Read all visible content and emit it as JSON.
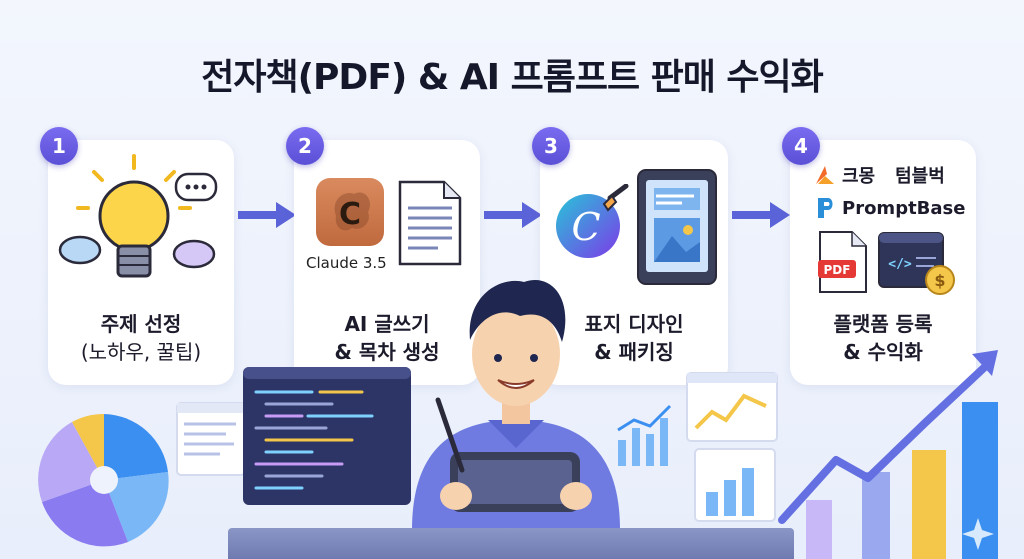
{
  "title": "전자책(PDF) & AI 프롬프트 판매 수익화",
  "steps": [
    {
      "num": "1",
      "label": "주제 선정",
      "sub": "(노하우, 꿀팁)"
    },
    {
      "num": "2",
      "label": "AI 글쓰기",
      "sub": "& 목차 생성"
    },
    {
      "num": "3",
      "label": "표지 디자인",
      "sub": "& 패키징"
    },
    {
      "num": "4",
      "label": "플랫폼 등록",
      "sub": "& 수익화"
    }
  ],
  "claude_label": "Claude 3.5",
  "platforms": {
    "kmong": "크몽",
    "tumblbug": "텀블벅",
    "promptbase": "PromptBase"
  },
  "pdf_label": "PDF",
  "code_label": "</>",
  "dollar": "$",
  "colors": {
    "accent": "#5a4fd6",
    "arrow": "#5b63d8",
    "chart_blue": "#3b8ff0",
    "chart_yellow": "#f4c64a"
  }
}
